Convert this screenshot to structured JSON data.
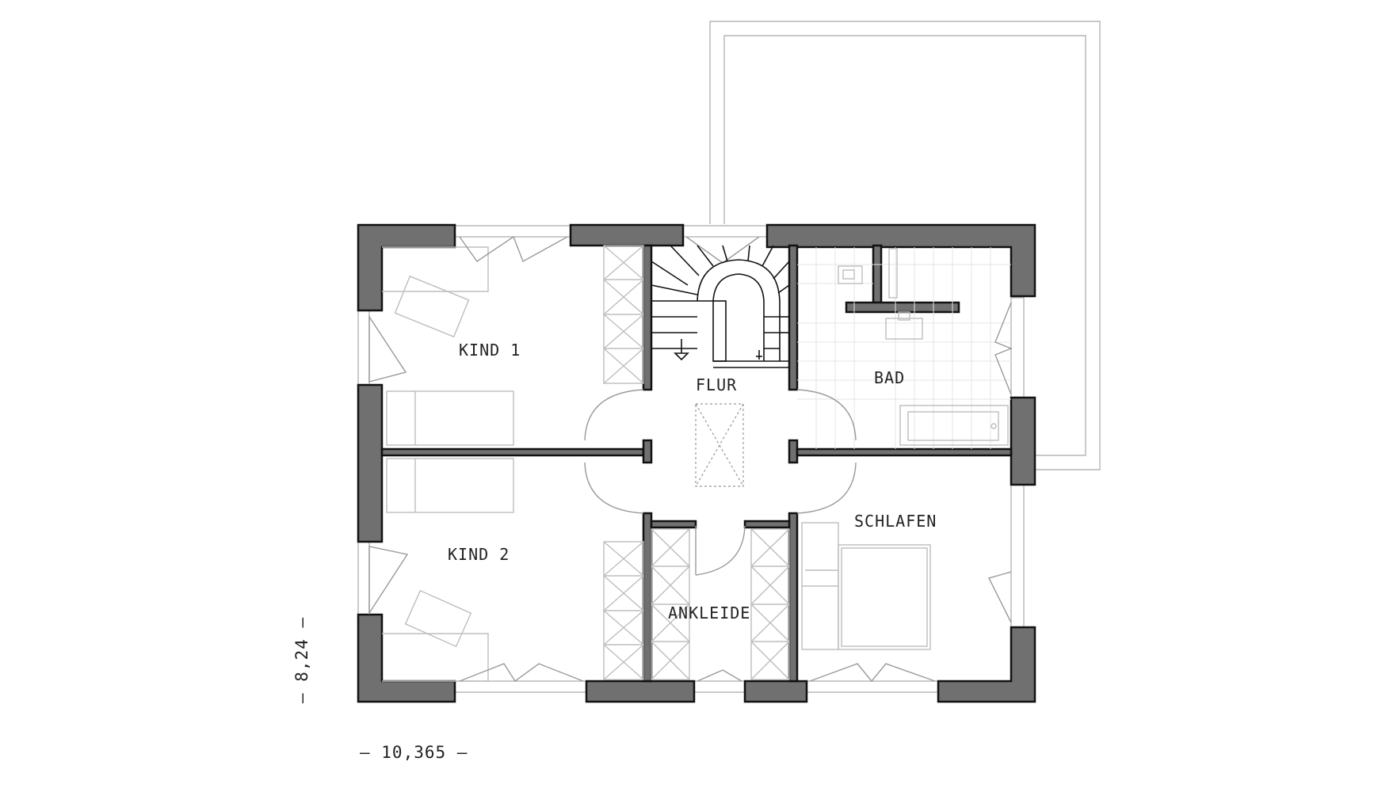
{
  "rooms": {
    "kind1": "KIND 1",
    "kind2": "KIND 2",
    "flur": "FLUR",
    "bad": "BAD",
    "schlafen": "SCHLAFEN",
    "ankleide": "ANKLEIDE"
  },
  "dimensions": {
    "width": "– 10,365 –",
    "depth": "– 8,24 –"
  },
  "colors": {
    "wall_fill": "#707070",
    "wall_outline": "#111111",
    "furniture_line": "#bdbdbd"
  }
}
